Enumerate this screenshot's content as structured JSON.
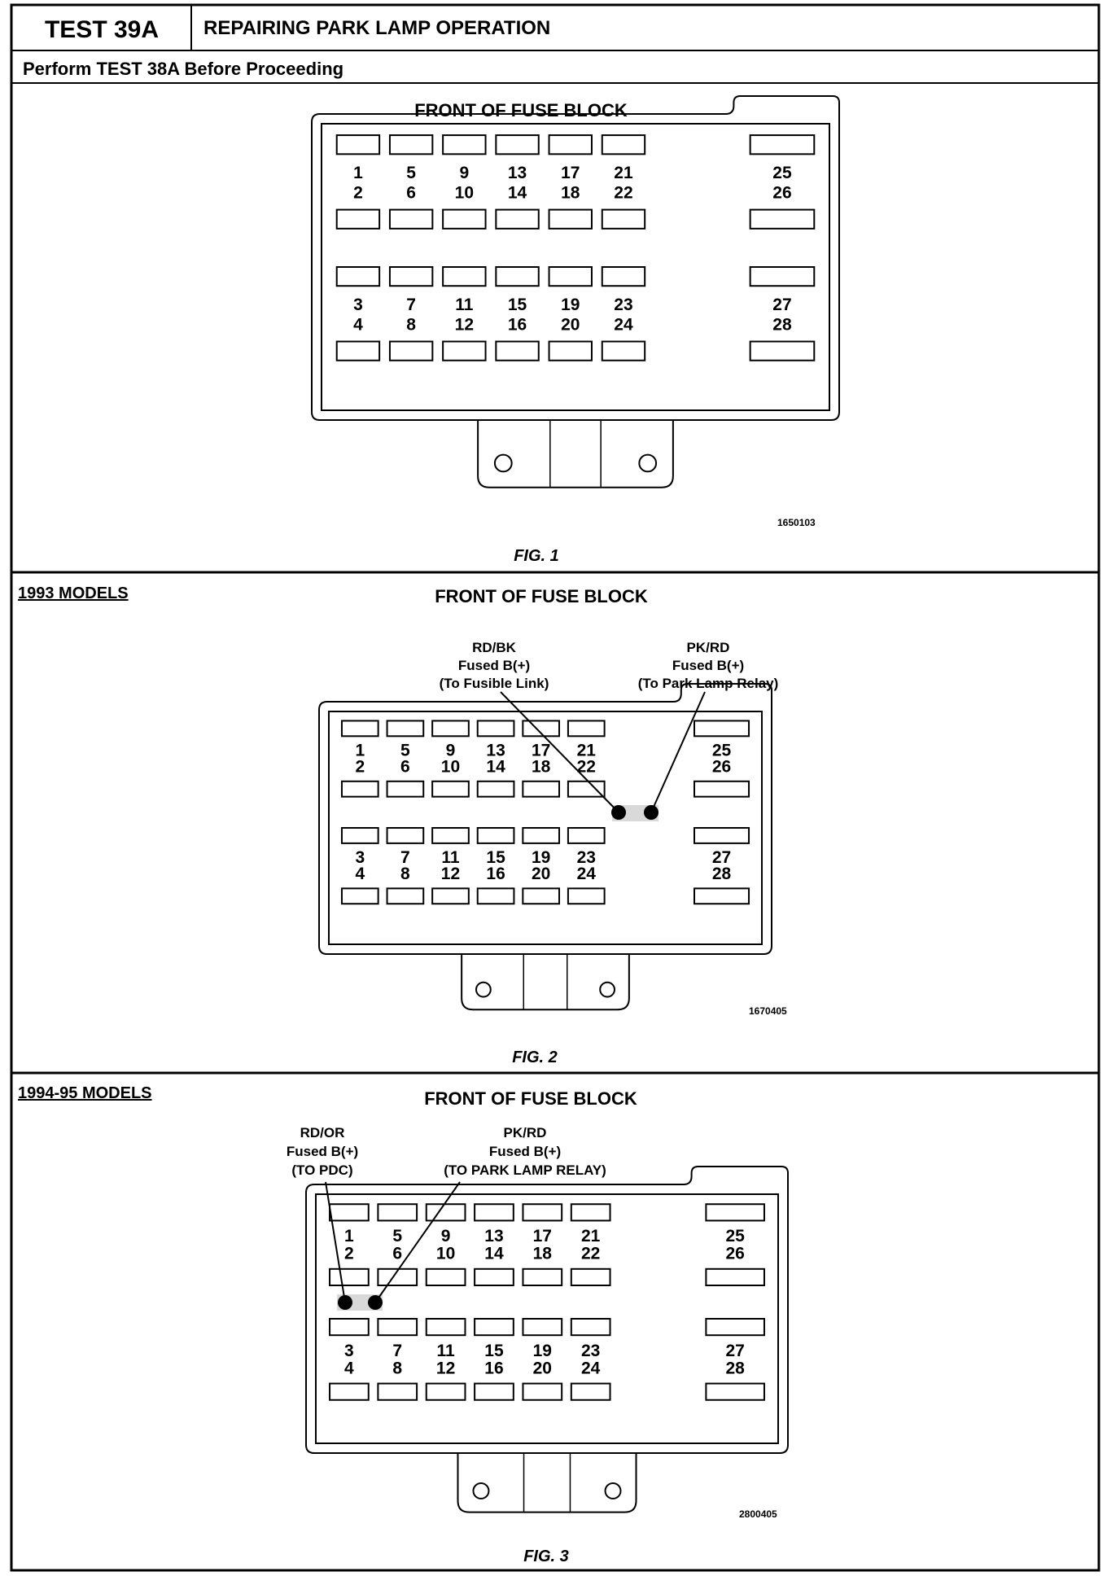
{
  "header": {
    "test_id": "TEST 39A",
    "title": "REPAIRING PARK LAMP OPERATION",
    "subtitle": "Perform TEST 38A Before Proceeding"
  },
  "fuse_layout": {
    "top_row_pairs": [
      [
        "1",
        "2"
      ],
      [
        "5",
        "6"
      ],
      [
        "9",
        "10"
      ],
      [
        "13",
        "14"
      ],
      [
        "17",
        "18"
      ],
      [
        "21",
        "22"
      ],
      [
        "25",
        "26"
      ]
    ],
    "bottom_row_pairs": [
      [
        "3",
        "4"
      ],
      [
        "7",
        "8"
      ],
      [
        "11",
        "12"
      ],
      [
        "15",
        "16"
      ],
      [
        "19",
        "20"
      ],
      [
        "23",
        "24"
      ],
      [
        "27",
        "28"
      ]
    ]
  },
  "figures": [
    {
      "section_label": "",
      "block_title": "FRONT OF FUSE BLOCK",
      "figure_code": "1650103",
      "figure_label": "FIG. 1",
      "callouts": []
    },
    {
      "section_label": "1993 MODELS",
      "block_title": "FRONT OF FUSE BLOCK",
      "figure_code": "1670405",
      "figure_label": "FIG. 2",
      "callouts": [
        {
          "lines": [
            "RD/BK",
            "Fused B(+)",
            "(To Fusible Link)"
          ]
        },
        {
          "lines": [
            "PK/RD",
            "Fused B(+)",
            "(To Park Lamp Relay)"
          ]
        }
      ]
    },
    {
      "section_label": "1994-95 MODELS",
      "block_title": "FRONT OF FUSE BLOCK",
      "figure_code": "2800405",
      "figure_label": "FIG. 3",
      "callouts": [
        {
          "lines": [
            "RD/OR",
            "Fused B(+)",
            "(TO PDC)"
          ]
        },
        {
          "lines": [
            "PK/RD",
            "Fused B(+)",
            "(TO PARK LAMP RELAY)"
          ]
        }
      ]
    }
  ]
}
